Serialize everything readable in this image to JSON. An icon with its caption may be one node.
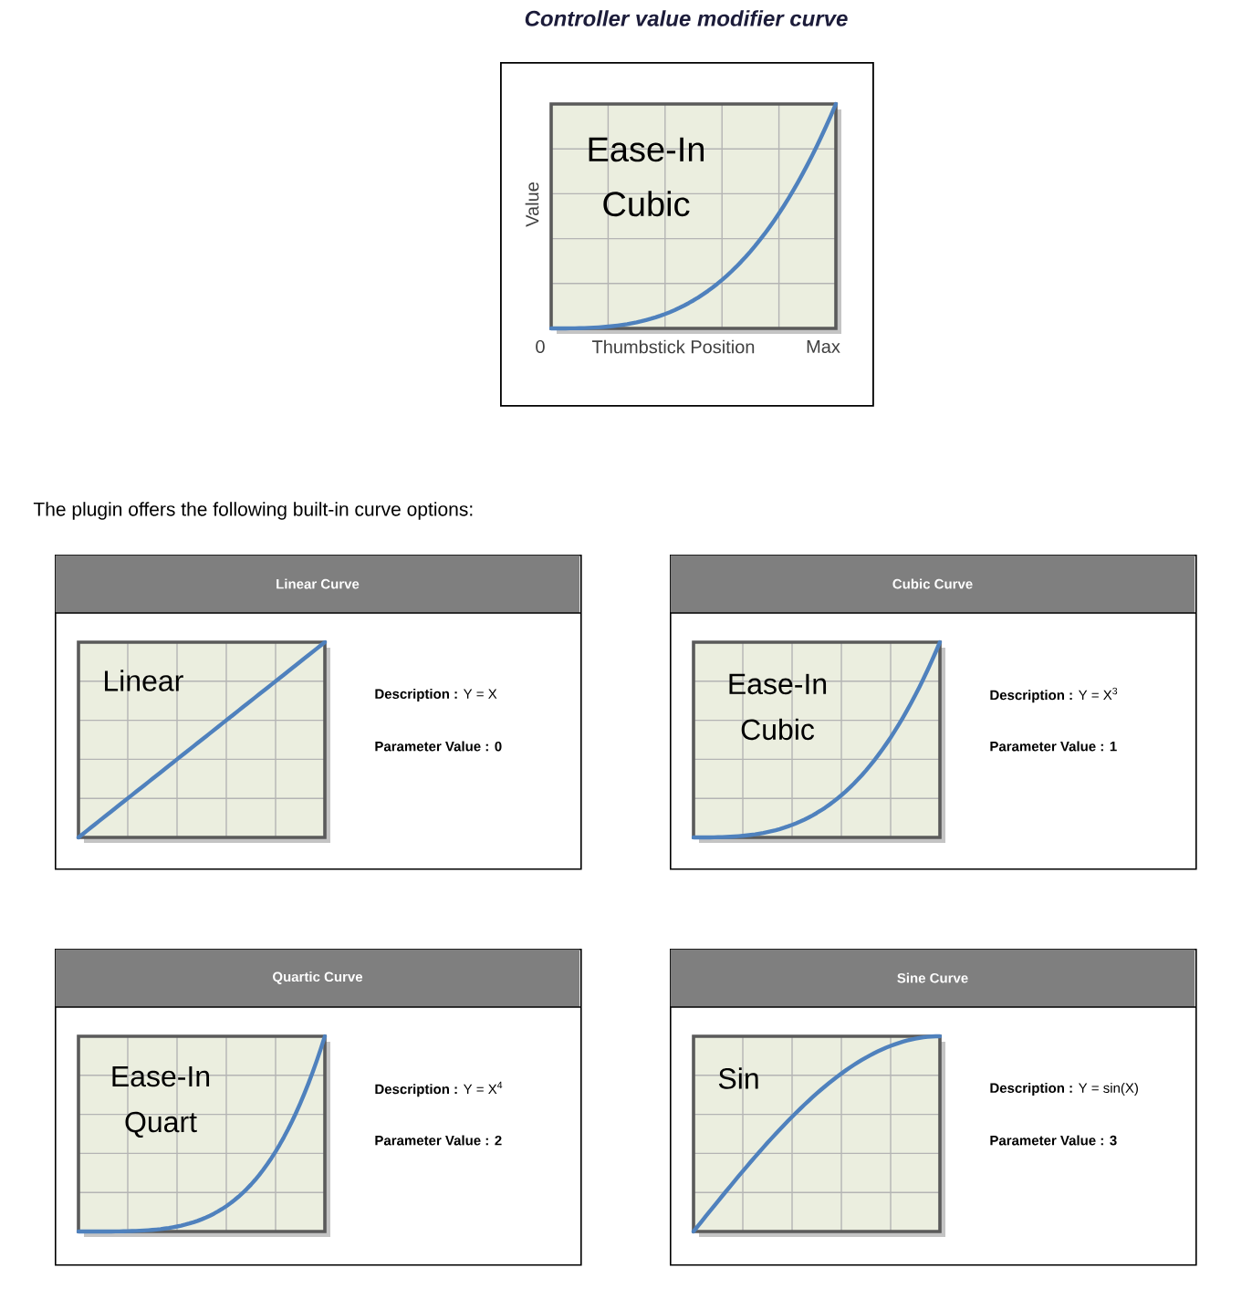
{
  "diagram": {
    "title": "Controller value modifier curve",
    "nodes": [
      {
        "text": [
          "Value",
          "0",
          "Thumbstick Position",
          "Max"
        ]
      },
      {
        "text": [
          "Ease-In Cubic"
        ],
        "in": 0
      },
      {
        "text": [
          "Linear Curve",
          "**Description :** Y = X",
          "Parameter Value : 0"
        ]
      },
      {
        "text": [
          "Linear"
        ],
        "in": 2
      },
      {
        "text": [
          "Cubic Curve",
          "**Description :** Y = X$^{3}$",
          "Parameter Value : 1"
        ]
      },
      {
        "text": [
          "Ease-In Cubic"
        ],
        "in": 4
      },
      {
        "text": [
          "Quartic Curve",
          "**Description :** Y = X$^{4}$",
          "Parameter Value : 2"
        ]
      },
      {
        "text": [
          "Ease-In Quart"
        ],
        "in": 6
      },
      {
        "text": [
          "Sine Curve",
          "**Description :** Y = sin(X)",
          "Parameter Value : 3"
        ]
      },
      {
        "text": [
          "Sin"
        ],
        "in": 8
      }
    ],
    "labels": [
      "The plugin offers the following built-in curve options:"
    ]
  }
}
